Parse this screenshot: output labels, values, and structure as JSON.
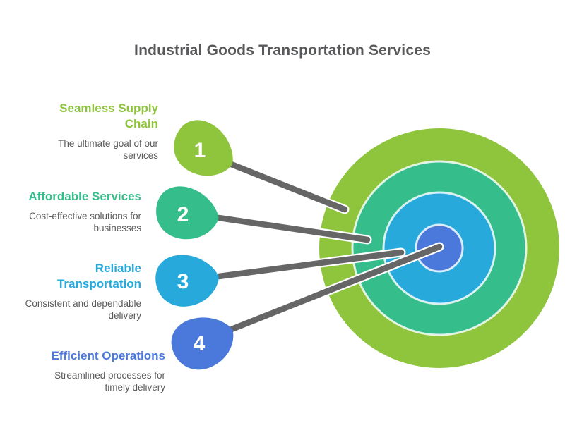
{
  "title": "Industrial Goods Transportation Services",
  "colors": {
    "title_text": "#58595b",
    "description_text": "#58595b",
    "connector_line": "#666666",
    "ring_separator": "rgba(255,255,255,0.82)",
    "background": "#ffffff",
    "marker_number_text": "#ffffff"
  },
  "items": [
    {
      "number": "1",
      "heading": "Seamless Supply Chain",
      "description": "The ultimate goal of our services",
      "color": "#8fc43d"
    },
    {
      "number": "2",
      "heading": "Affordable Services",
      "description": "Cost-effective solutions for businesses",
      "color": "#35be8b"
    },
    {
      "number": "3",
      "heading": "Reliable Transportation",
      "description": "Consistent and dependable delivery",
      "color": "#27a9dc"
    },
    {
      "number": "4",
      "heading": "Efficient Operations",
      "description": "Streamlined processes for timely delivery",
      "color": "#4a78db"
    }
  ],
  "target": {
    "description": "Concentric bullseye, outer to inner ring colors match items 1-4",
    "rings": [
      {
        "level": "outer",
        "color": "#8fc43d"
      },
      {
        "level": "second",
        "color": "#35be8b"
      },
      {
        "level": "third",
        "color": "#27a9dc"
      },
      {
        "level": "center",
        "color": "#4a78db"
      }
    ]
  }
}
